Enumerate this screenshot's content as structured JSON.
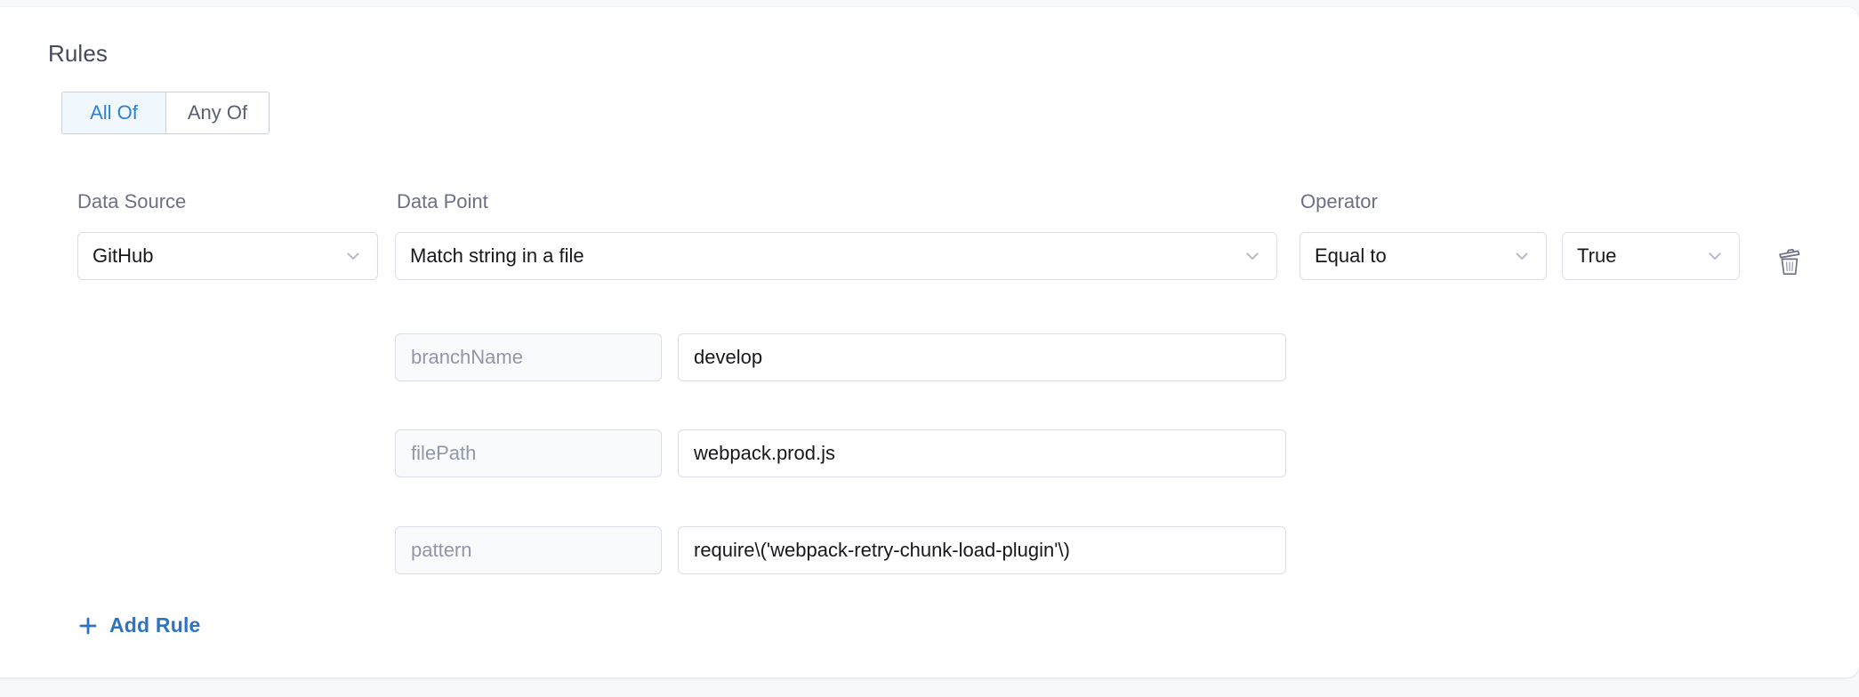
{
  "section": {
    "heading": "Rules"
  },
  "match_mode": {
    "options": [
      {
        "label": "All Of",
        "active": true
      },
      {
        "label": "Any Of",
        "active": false
      }
    ]
  },
  "columns": {
    "data_source_label": "Data Source",
    "data_point_label": "Data Point",
    "operator_label": "Operator"
  },
  "rule": {
    "data_source": "GitHub",
    "data_point": "Match string in a file",
    "operator": "Equal to",
    "operator_value": "True",
    "delete_icon": "trash-icon",
    "parameters": [
      {
        "key": "branchName",
        "value": "develop"
      },
      {
        "key": "filePath",
        "value": "webpack.prod.js"
      },
      {
        "key": "pattern",
        "value": "require\\('webpack-retry-chunk-load-plugin'\\)"
      }
    ]
  },
  "actions": {
    "add_rule_label": "Add Rule",
    "add_rule_icon": "plus-icon"
  },
  "colors": {
    "accent_blue": "#2f7fd8",
    "link_blue": "#2f72c4",
    "active_tab_bg": "#f0f8fe",
    "border": "#dcdde8",
    "page_bg": "#f6f8fa",
    "heading": "#454b5e",
    "label": "#6b7185",
    "placeholder": "#9196a8"
  }
}
